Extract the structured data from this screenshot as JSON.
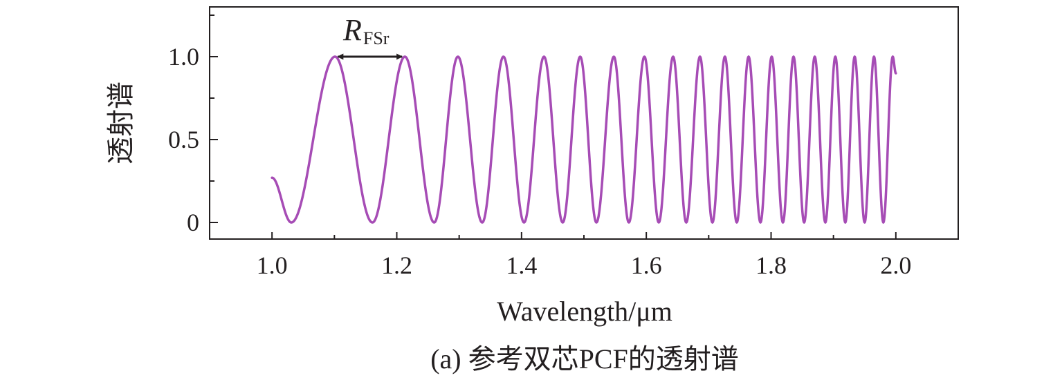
{
  "chart_data": {
    "type": "line",
    "title": "",
    "xlabel": "Wavelength/μm",
    "ylabel": "透射谱",
    "xlim": [
      0.9,
      2.1
    ],
    "ylim": [
      -0.1,
      1.3
    ],
    "xticks": [
      1.0,
      1.2,
      1.4,
      1.6,
      1.8,
      2.0
    ],
    "xtick_labels": [
      "1.0",
      "1.2",
      "1.4",
      "1.6",
      "1.8",
      "2.0"
    ],
    "yticks": [
      0,
      0.5,
      1.0
    ],
    "ytick_labels": [
      "0",
      "0.5",
      "1.0"
    ],
    "grid": false,
    "legend": "none",
    "series": [
      {
        "color": "#a64cb5",
        "x_range": [
          1.0,
          2.0
        ],
        "peaks_x": [
          1.101,
          1.213,
          1.298,
          1.371,
          1.436,
          1.494,
          1.548,
          1.597,
          1.643,
          1.686,
          1.726,
          1.764,
          1.801,
          1.836,
          1.87,
          1.903,
          1.934,
          1.965,
          1.995
        ],
        "troughs_x": [
          1.031,
          1.161,
          1.26,
          1.337,
          1.404,
          1.466,
          1.52,
          1.572,
          1.62,
          1.664,
          1.706,
          1.745,
          1.783,
          1.819,
          1.853,
          1.887,
          1.919,
          1.95,
          1.98
        ],
        "start_y": 0.27,
        "end_y": 0.9
      }
    ],
    "annotations": [
      {
        "base": "R",
        "sub": "FSr",
        "arrow_from": 1.101,
        "arrow_to": 1.213,
        "y": 1.0
      }
    ],
    "caption": "(a) 参考双芯PCF的透射谱"
  }
}
